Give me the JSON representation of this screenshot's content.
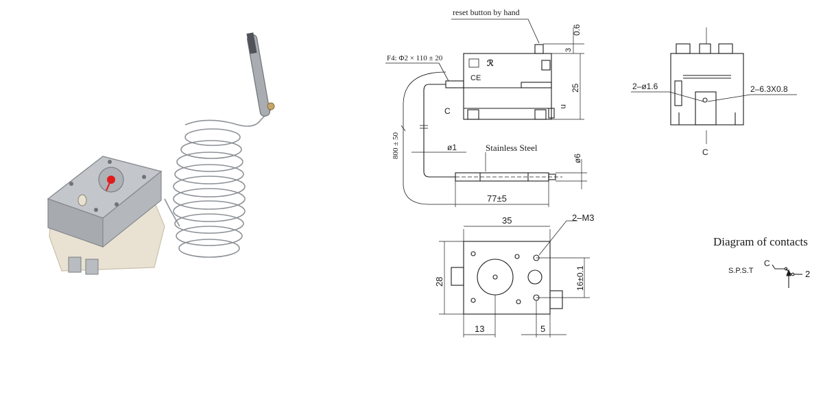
{
  "labels": {
    "reset_button": "reset button by hand",
    "capillary_spec": "F4: Φ2 × 110 ± 20",
    "dim_0_6": "0.6",
    "dim_3": "3",
    "dim_25": "25",
    "terminal_c": "C",
    "terminal_2": "n",
    "capillary_length": "800 ± 50",
    "capillary_dia": "ø1",
    "material": "Stainless Steel",
    "bulb_dia": "ø6",
    "bulb_length": "77±5",
    "hole_spec": "2–ø1.6",
    "tab_spec": "2–6.3X0.8",
    "side_c": "C",
    "width_35": "35",
    "screw_spec": "2–M3",
    "height_28": "28",
    "pitch_16": "16±0.1",
    "offset_13": "13",
    "offset_5": "5"
  },
  "contacts": {
    "title": "Diagram of contacts",
    "type": "S.P.S.T",
    "terminal_c": "C",
    "terminal_2": "2"
  },
  "colors": {
    "line": "#1a1a1a",
    "indicator": "#e01b1b",
    "housing": "#e9e2d2",
    "metal": "#b9bcc0"
  }
}
